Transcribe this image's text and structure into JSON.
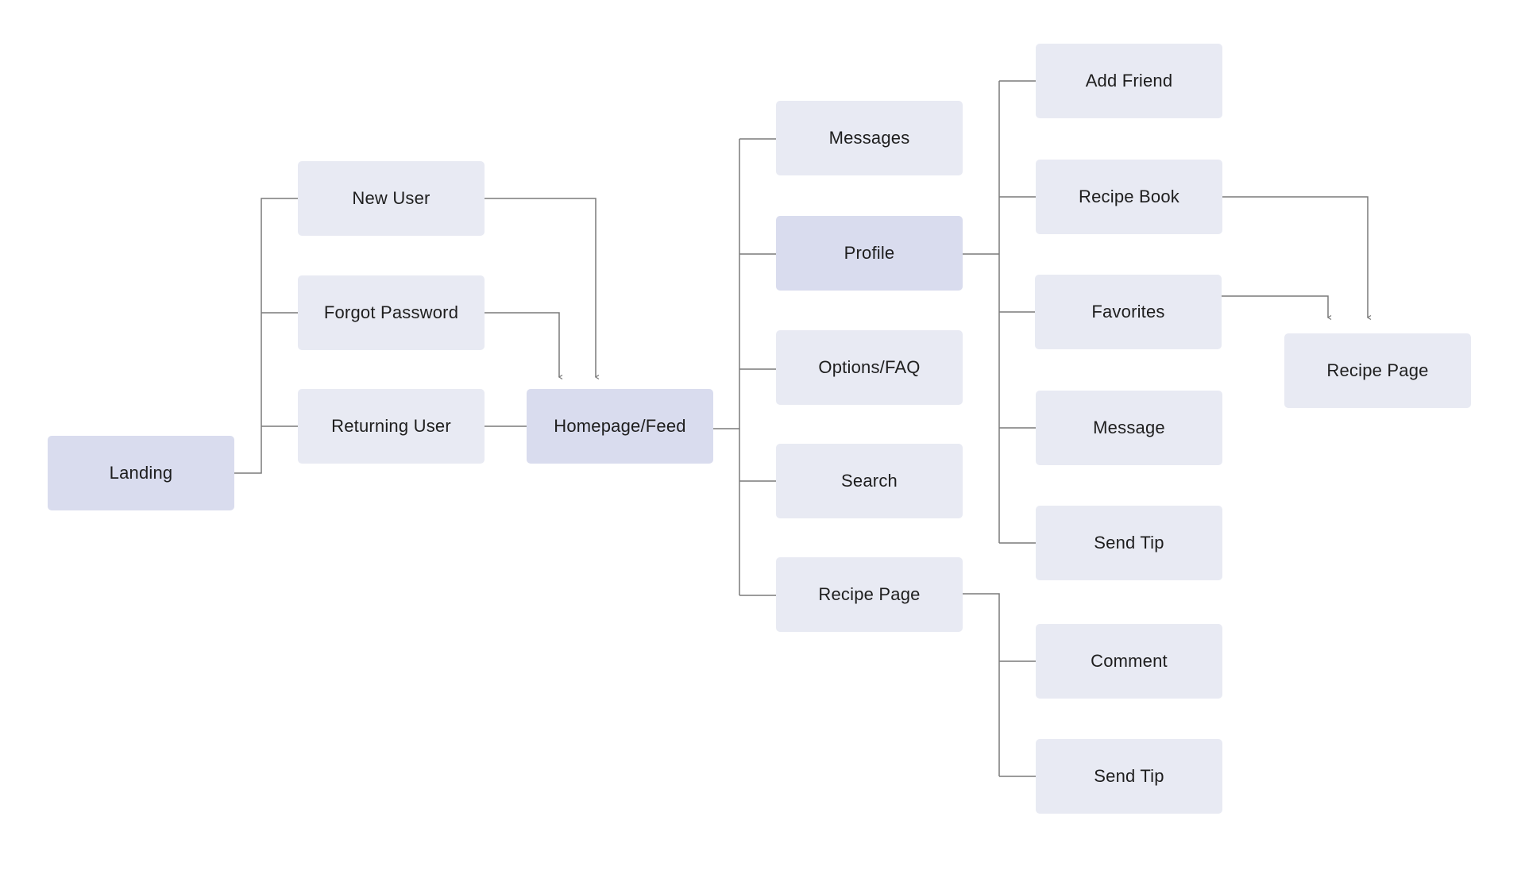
{
  "colors": {
    "node_fill": "#e8eaf3",
    "node_fill_primary": "#d9dcee",
    "connector": "#7a7a7a",
    "text": "#1e1e1e",
    "background": "#ffffff"
  },
  "nodes": {
    "landing": {
      "label": "Landing"
    },
    "new_user": {
      "label": "New User"
    },
    "forgot_password": {
      "label": "Forgot Password"
    },
    "returning_user": {
      "label": "Returning User"
    },
    "homepage_feed": {
      "label": "Homepage/Feed"
    },
    "messages": {
      "label": "Messages"
    },
    "profile": {
      "label": "Profile"
    },
    "options_faq": {
      "label": "Options/FAQ"
    },
    "search": {
      "label": "Search"
    },
    "recipe_page": {
      "label": "Recipe Page"
    },
    "add_friend": {
      "label": "Add Friend"
    },
    "recipe_book": {
      "label": "Recipe Book"
    },
    "favorites": {
      "label": "Favorites"
    },
    "message": {
      "label": "Message"
    },
    "send_tip_profile": {
      "label": "Send Tip"
    },
    "comment": {
      "label": "Comment"
    },
    "send_tip_recipe": {
      "label": "Send Tip"
    },
    "recipe_page_target": {
      "label": "Recipe Page"
    }
  }
}
